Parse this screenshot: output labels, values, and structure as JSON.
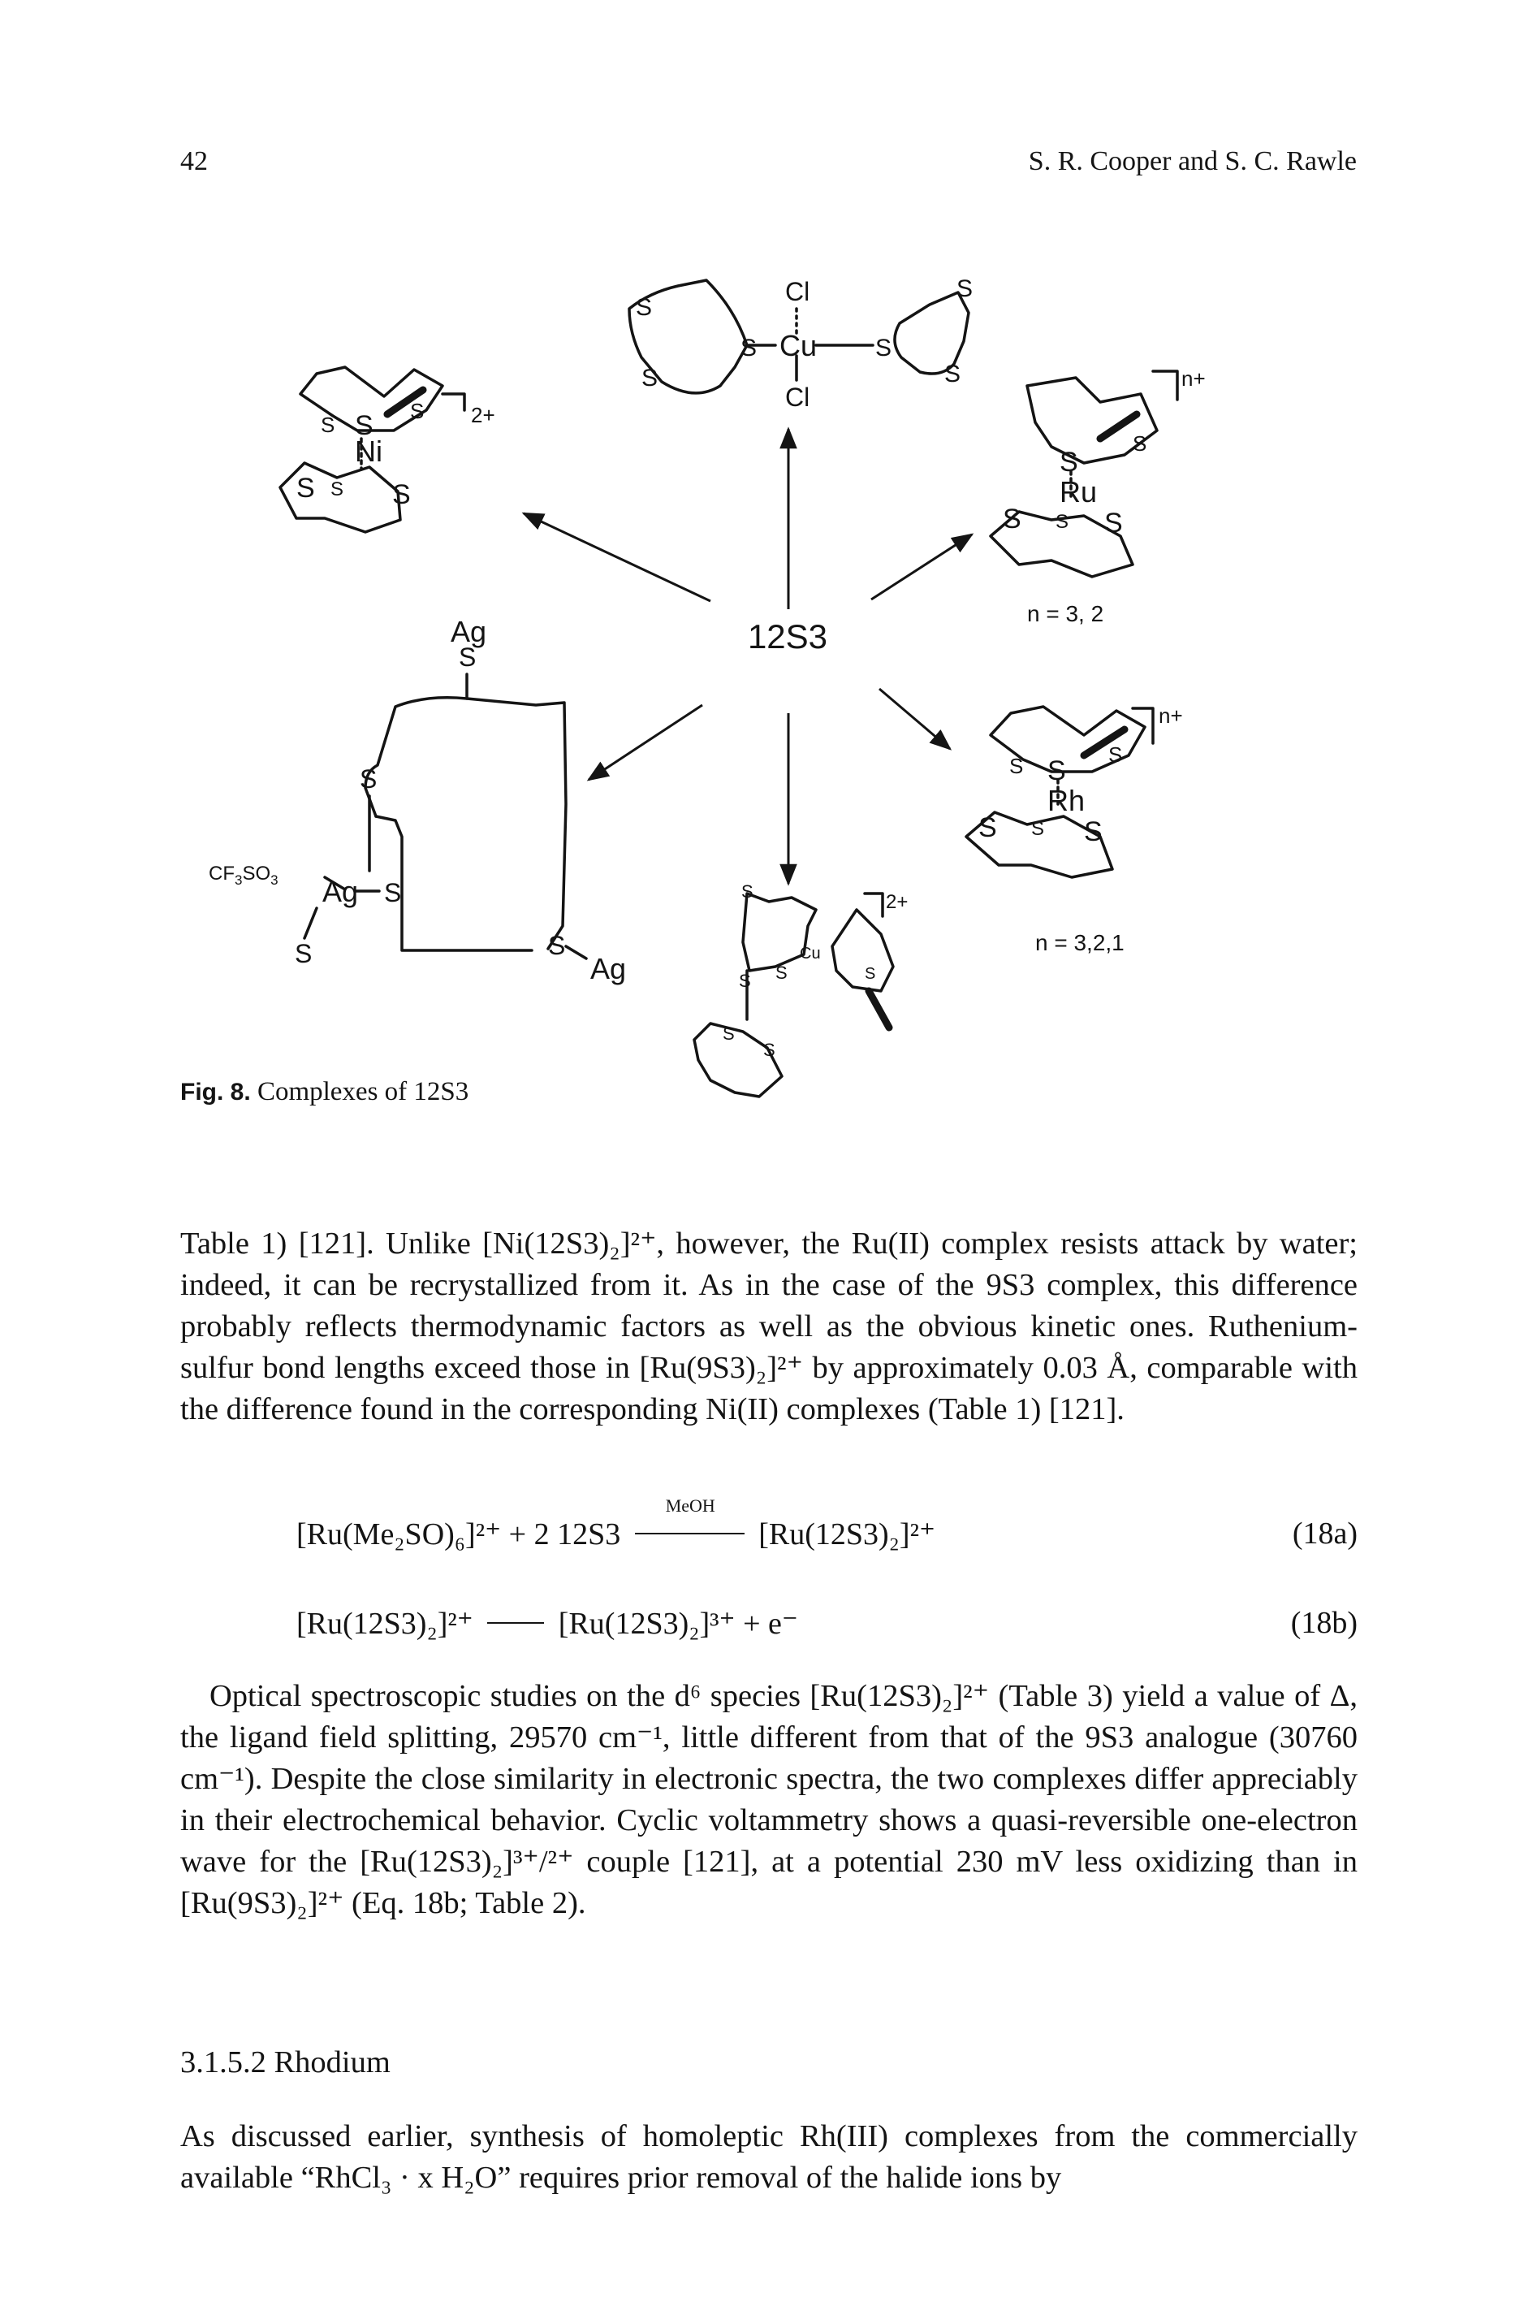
{
  "header": {
    "page_number": "42",
    "authors": "S. R. Cooper and S. C. Rawle"
  },
  "figure": {
    "center_label": "12S3",
    "cu_complex": {
      "cl_top": "Cl",
      "cl_bottom": "Cl",
      "metal": "Cu"
    },
    "ni_complex": {
      "metal": "Ni",
      "charge": "2+"
    },
    "ru_complex": {
      "metal": "Ru",
      "charge": "n+",
      "n_values": "n = 3, 2"
    },
    "rh_complex": {
      "metal": "Rh",
      "charge": "n+",
      "n_values": "n = 3,2,1"
    },
    "ag_complex": {
      "metal": "Ag",
      "counterion": "CF3SO3"
    },
    "cu2_complex": {
      "metal": "Cu",
      "charge": "2+"
    },
    "sulfur_label": "S"
  },
  "caption": {
    "label": "Fig. 8.",
    "text": "Complexes of 12S3"
  },
  "paragraph1": "Table 1) [121]. Unlike [Ni(12S3)₂]²⁺, however, the Ru(II) complex resists attack by water; indeed, it can be recrystallized from it. As in the case of the 9S3 complex, this difference probably reflects thermodynamic factors as well as the obvious kinetic ones. Ruthenium-sulfur bond lengths exceed those in [Ru(9S3)₂]²⁺ by approximately 0.03 Å, comparable with the difference found in the corresponding Ni(II) complexes (Table 1) [121].",
  "equation_18a": {
    "lhs": "[Ru(Me₂SO)₆]²⁺ + 2 12S3",
    "condition": "MeOH",
    "rhs": "[Ru(12S3)₂]²⁺",
    "number": "(18a)"
  },
  "equation_18b": {
    "lhs": "[Ru(12S3)₂]²⁺",
    "rhs": "[Ru(12S3)₂]³⁺ + e⁻",
    "number": "(18b)"
  },
  "paragraph2": "Optical spectroscopic studies on the d⁶ species [Ru(12S3)₂]²⁺ (Table 3) yield a value of Δ, the ligand field splitting, 29570 cm⁻¹, little different from that of the 9S3 analogue (30760 cm⁻¹). Despite the close similarity in electronic spectra, the two complexes differ appreciably in their electrochemical behavior. Cyclic voltammetry shows a quasi-reversible one-electron wave for the [Ru(12S3)₂]³⁺/²⁺ couple [121], at a potential 230 mV less oxidizing than in [Ru(9S3)₂]²⁺ (Eq. 18b; Table 2).",
  "section_heading": "3.1.5.2 Rhodium",
  "paragraph3": "As discussed earlier, synthesis of homoleptic Rh(III) complexes from the commercially available “RhCl₃ · x H₂O” requires prior removal of the halide ions by"
}
